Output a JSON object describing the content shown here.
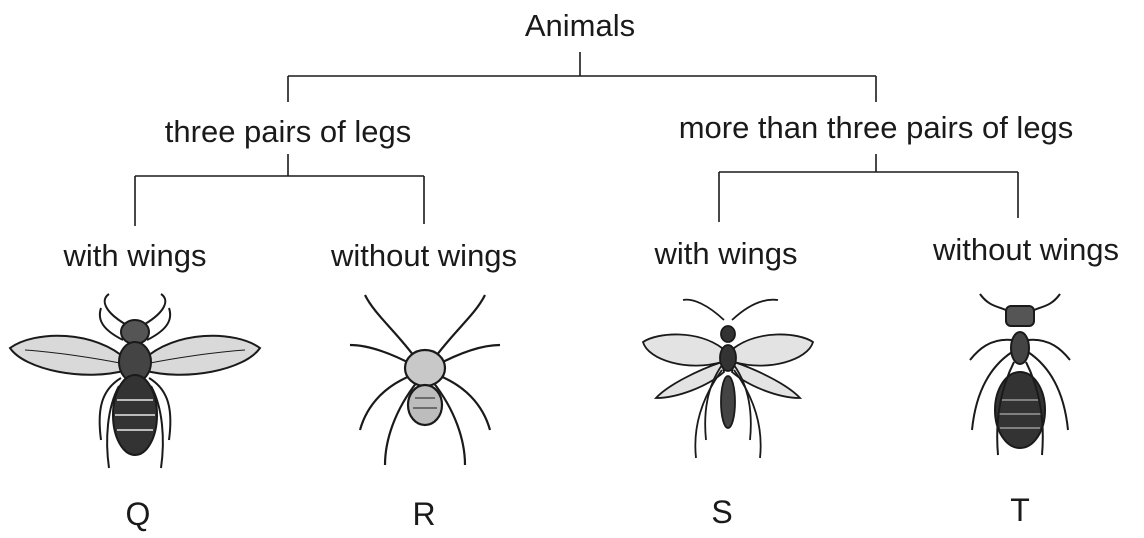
{
  "root": "Animals",
  "branches": {
    "left": "three pairs of legs",
    "right": "more than three pairs of legs"
  },
  "leaves": {
    "q_group": "with wings",
    "r_group": "without wings",
    "s_group": "with wings",
    "t_group": "without wings"
  },
  "animals": [
    {
      "letter": "Q",
      "icon": "winged-fly-icon"
    },
    {
      "letter": "R",
      "icon": "spider-icon"
    },
    {
      "letter": "S",
      "icon": "wasp-icon"
    },
    {
      "letter": "T",
      "icon": "ant-icon"
    }
  ],
  "colors": {
    "ink": "#1a1a1a",
    "wing_fill": "#d9d9d9"
  }
}
